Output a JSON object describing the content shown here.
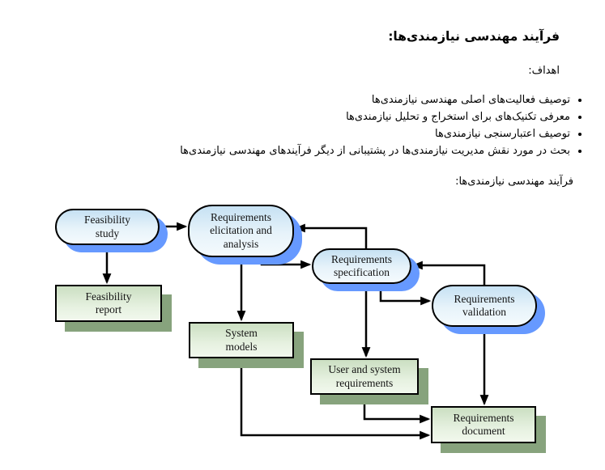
{
  "header": {
    "title": "فرآیند مهندسی نیازمندی‌ها:"
  },
  "goals": {
    "label": "اهداف:",
    "bullets": [
      "توصیف فعالیت‌های اصلی مهندسی نیازمندی‌ها",
      "معرفی تکنیک‌های برای استخراج و تحلیل نیازمندی‌ها",
      "توصیف اعتبارسنجی نیازمندی‌ها",
      "بحث در مورد نقش مدیریت نیازمندی‌ها در پشتیبانی از دیگر فرآیندهای مهندسی نیازمندی‌ها"
    ]
  },
  "diagram": {
    "caption": "فرآیند مهندسی نیازمندی‌ها:",
    "colors": {
      "activity_fill_top": "#c6e1f3",
      "activity_fill_bottom": "#f4fafd",
      "activity_shadow": "#6699ff",
      "artifact_fill_top": "#cbdfc2",
      "artifact_fill_bottom": "#f1f8ed",
      "artifact_shadow": "#87a37d",
      "border": "#000000",
      "arrow": "#000000"
    },
    "nodes": [
      {
        "id": "feasibility-study",
        "type": "activity",
        "label": "Feasibility\nstudy"
      },
      {
        "id": "requirements-elicitation-and-analysis",
        "type": "activity",
        "label": "Requirements\nelicitation and\nanalysis"
      },
      {
        "id": "requirements-specification",
        "type": "activity",
        "label": "Requirements\nspecification"
      },
      {
        "id": "requirements-validation",
        "type": "activity",
        "label": "Requirements\nvalidation"
      },
      {
        "id": "feasibility-report",
        "type": "artifact",
        "label": "Feasibility\nreport"
      },
      {
        "id": "system-models",
        "type": "artifact",
        "label": "System\nmodels"
      },
      {
        "id": "user-and-system-requirements",
        "type": "artifact",
        "label": "User and system\nrequirements"
      },
      {
        "id": "requirements-document",
        "type": "artifact",
        "label": "Requirements\ndocument"
      }
    ],
    "edges": [
      {
        "from": "feasibility-study",
        "to": "requirements-elicitation-and-analysis"
      },
      {
        "from": "feasibility-study",
        "to": "feasibility-report"
      },
      {
        "from": "requirements-elicitation-and-analysis",
        "to": "system-models"
      },
      {
        "from": "requirements-elicitation-and-analysis",
        "to": "requirements-specification"
      },
      {
        "from": "requirements-specification",
        "to": "requirements-elicitation-and-analysis"
      },
      {
        "from": "requirements-specification",
        "to": "requirements-validation"
      },
      {
        "from": "requirements-validation",
        "to": "requirements-specification"
      },
      {
        "from": "requirements-specification",
        "to": "user-and-system-requirements"
      },
      {
        "from": "requirements-validation",
        "to": "requirements-document"
      },
      {
        "from": "user-and-system-requirements",
        "to": "requirements-document"
      },
      {
        "from": "system-models",
        "to": "requirements-document"
      }
    ]
  }
}
